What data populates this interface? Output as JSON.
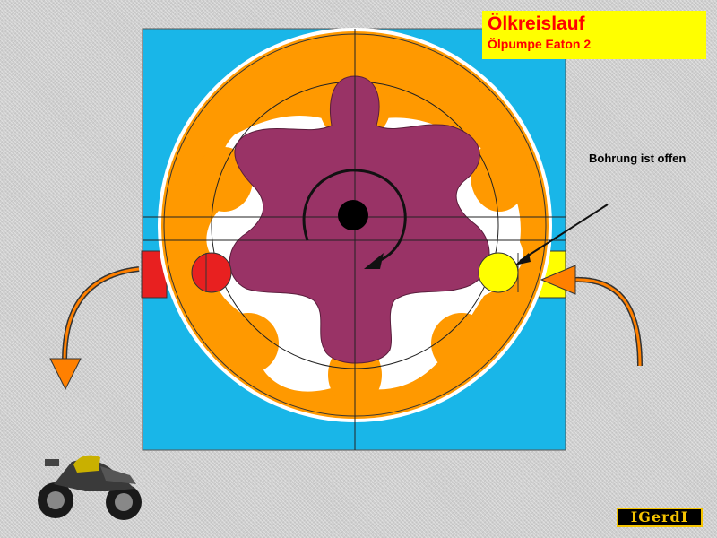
{
  "title": {
    "main": "Ölkreislauf",
    "sub": "Ölpumpe Eaton 2"
  },
  "annotation": "Bohrung ist offen",
  "logo_text": "IGerdI",
  "colors": {
    "housing": "#19b6e8",
    "outer_rotor": "#ff9900",
    "inner_rotor": "#993366",
    "outlet": "#e82020",
    "inlet": "#ffff00",
    "arrow": "#ff8000",
    "title_bg": "#ffff00",
    "title_text": "#ff0000"
  },
  "icons": [
    "rotation-arrow-icon",
    "motorcycle-icon",
    "flow-out-arrow-icon",
    "flow-in-arrow-icon"
  ]
}
